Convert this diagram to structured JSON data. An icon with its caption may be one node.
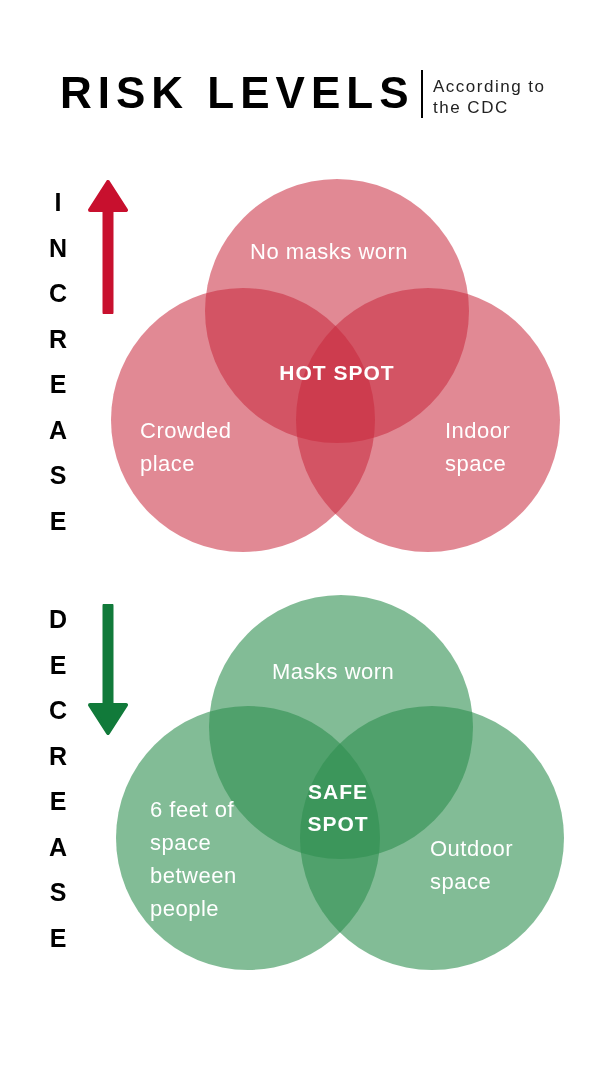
{
  "diagram": {
    "title": "RISK LEVELS",
    "nodes": [
      {
        "text": [
          "No masks worn"
        ]
      },
      {
        "text": [
          "Crowded place"
        ]
      },
      {
        "text": [
          "Indoor space"
        ]
      },
      {
        "text": [
          "Masks worn"
        ]
      },
      {
        "text": [
          "6 feet of space between people"
        ]
      },
      {
        "text": [
          "Outdoor space"
        ]
      }
    ],
    "edges": [],
    "labels": [
      "According to the CDC",
      "INCREASE",
      "HOT SPOT",
      "DECREASE",
      "SAFE SPOT"
    ]
  }
}
